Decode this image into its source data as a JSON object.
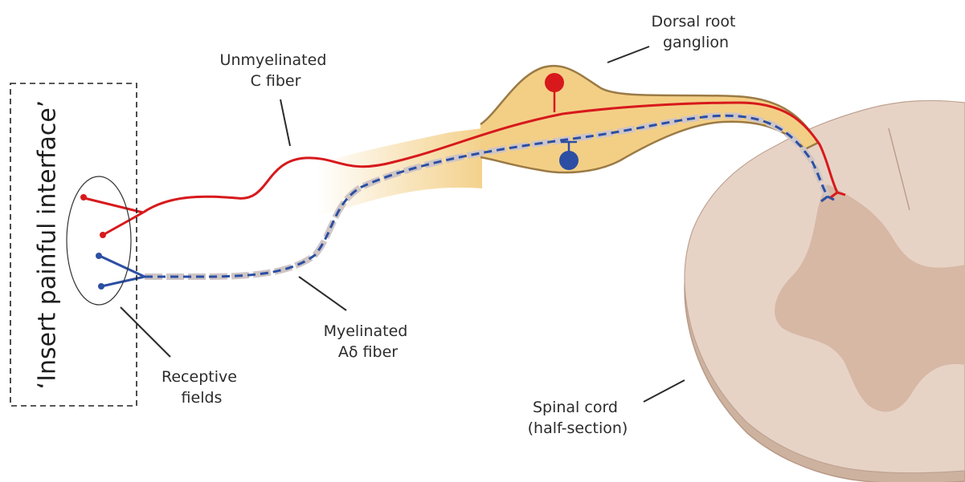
{
  "box_label": "‘Insert painful interface’",
  "labels": {
    "c_fiber": [
      "Unmyelinated",
      "C fiber"
    ],
    "drg": [
      "Dorsal root",
      "ganglion"
    ],
    "a_fiber": [
      "Myelinated",
      "Aδ fiber"
    ],
    "receptive": [
      "Receptive",
      "fields"
    ],
    "spinal": [
      "Spinal cord",
      "(half-section)"
    ]
  },
  "colors": {
    "c_fiber": "#d7191c",
    "a_fiber": "#2c4fa3",
    "myelin": "#cfc5c5",
    "ganglion_fill": "#f3cf86",
    "ganglion_edge": "#9b7a45",
    "cord_white": "#e7d3c6",
    "cord_grey": "#d7b8a5",
    "cord_side": "#cdb2a0"
  }
}
